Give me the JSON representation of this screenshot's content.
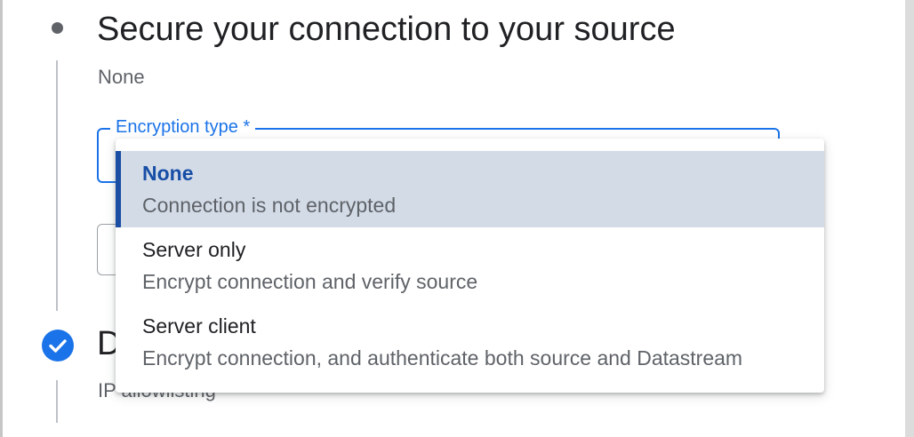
{
  "step1": {
    "title": "Secure your connection to your source",
    "summary": "None"
  },
  "encryption_field": {
    "label": "Encryption type *",
    "options": [
      {
        "title": "None",
        "description": "Connection is not encrypted",
        "selected": true
      },
      {
        "title": "Server only",
        "description": "Encrypt connection and verify source",
        "selected": false
      },
      {
        "title": "Server client",
        "description": "Encrypt connection, and authenticate both source and Datastream",
        "selected": false
      }
    ]
  },
  "step2": {
    "title": "D",
    "summary": "IP allowlisting",
    "status_icon": "check-circle-icon"
  },
  "colors": {
    "accent": "#1a73e8",
    "selected_bg": "#d3dbe7",
    "selected_bar": "#1a4fa3",
    "text_secondary": "#5f6368"
  }
}
